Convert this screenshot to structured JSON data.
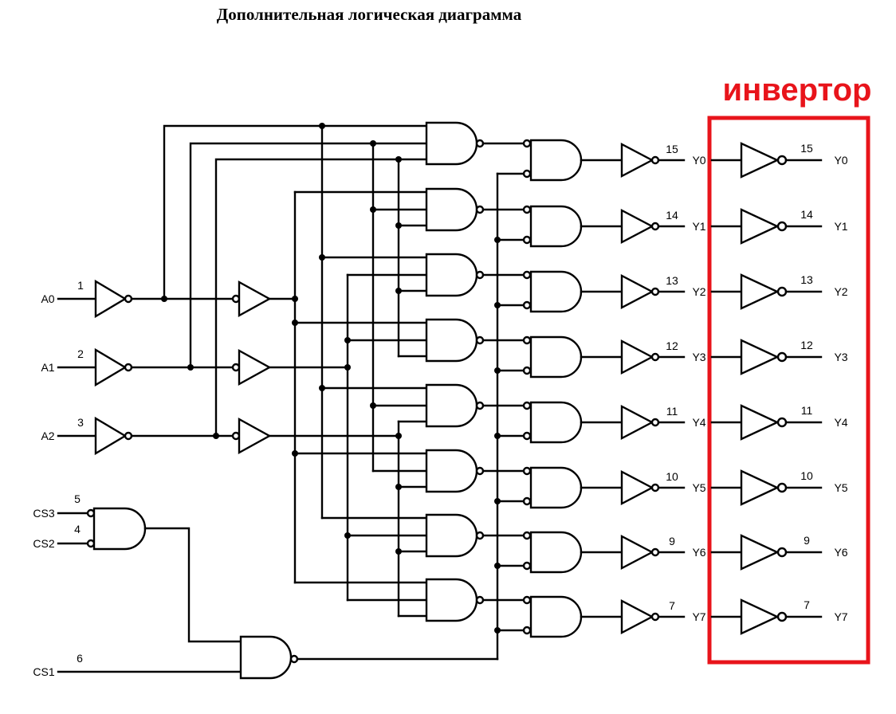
{
  "title": "Дополнительная логическая диаграмма",
  "annotation": {
    "label": "инвертор",
    "color": "#e8141b"
  },
  "address_inputs": [
    {
      "label": "A0",
      "pin": "1"
    },
    {
      "label": "A1",
      "pin": "2"
    },
    {
      "label": "A2",
      "pin": "3"
    }
  ],
  "enable_inputs": [
    {
      "label": "CS3",
      "pin": "5"
    },
    {
      "label": "CS2",
      "pin": "4"
    },
    {
      "label": "CS1",
      "pin": "6"
    }
  ],
  "outputs": [
    {
      "label": "Y0",
      "pin": "15"
    },
    {
      "label": "Y1",
      "pin": "14"
    },
    {
      "label": "Y2",
      "pin": "13"
    },
    {
      "label": "Y3",
      "pin": "12"
    },
    {
      "label": "Y4",
      "pin": "11"
    },
    {
      "label": "Y5",
      "pin": "10"
    },
    {
      "label": "Y6",
      "pin": "9"
    },
    {
      "label": "Y7",
      "pin": "7"
    }
  ]
}
